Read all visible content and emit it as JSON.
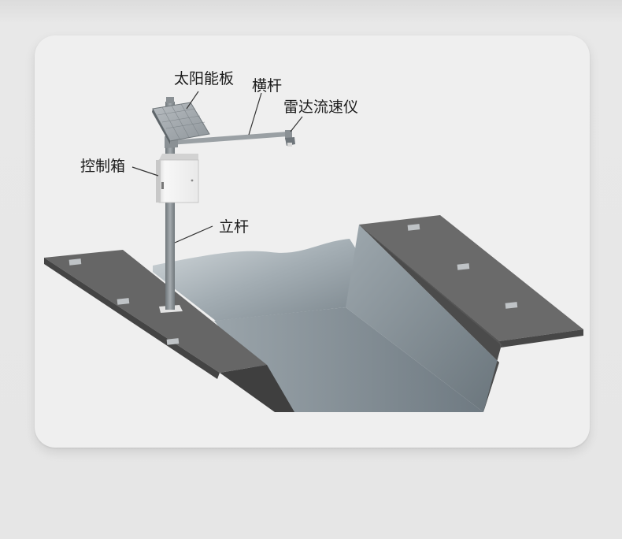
{
  "labels": {
    "solar_panel": "太阳能板",
    "crossbar": "横杆",
    "radar_flow_meter": "雷达流速仪",
    "control_box": "控制箱",
    "pole": "立杆"
  },
  "colors": {
    "channel_top_surface": "#6b6b6b",
    "channel_side_dark": "#3e3e3e",
    "channel_side_mid": "#575757",
    "water_light": "#c9d0d4",
    "water_dark": "#7d8890",
    "pole": "#8e9498",
    "box": "#f3f3f3",
    "page_background": "#e6e6e6",
    "card_background": "#efefef"
  }
}
